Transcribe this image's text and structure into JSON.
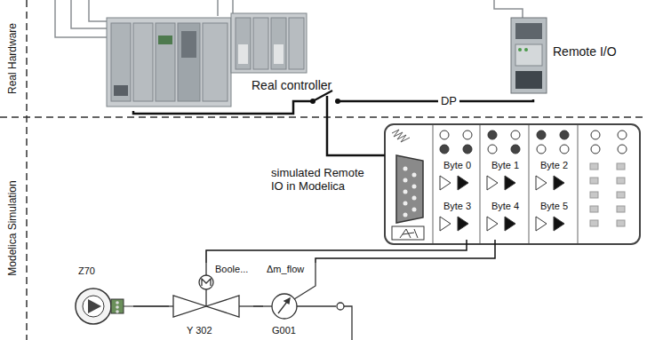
{
  "diagram": {
    "nodes": [
      {
        "text": [
          "Real Hardware"
        ]
      },
      {
        "text": [
          "Real controller"
        ],
        "in": 0
      },
      {
        "text": [
          "Remote I/O"
        ],
        "in": 0
      },
      {
        "text": [
          "Modelica Simulation"
        ]
      },
      {
        "text": [
          "simulated Remote IO in Modelica"
        ],
        "in": 3
      },
      {
        "text": [
          "Byte 0"
        ],
        "in": 4
      },
      {
        "text": [
          "Byte 1"
        ],
        "in": 4
      },
      {
        "text": [
          "Byte 2"
        ],
        "in": 4
      },
      {
        "text": [
          "Byte 3"
        ],
        "in": 4
      },
      {
        "text": [
          "Byte 4"
        ],
        "in": 4
      },
      {
        "text": [
          "Byte 5"
        ],
        "in": 4
      },
      {
        "text": [
          "Z70"
        ],
        "in": 3
      },
      {
        "text": [
          "Boole...",
          "Y 302"
        ],
        "in": 3
      },
      {
        "text": [
          "Δm_flow",
          "G001"
        ],
        "in": 3
      }
    ],
    "edges": [
      {
        "from": 1,
        "to": 2,
        "label": "DP",
        "arrow": "none"
      },
      {
        "from": 1,
        "to": 4,
        "arrow": "none"
      },
      {
        "from": 8,
        "to": 12,
        "arrow": "none"
      },
      {
        "from": 9,
        "to": 13,
        "arrow": "none"
      },
      {
        "from": 11,
        "to": 12,
        "arrow": "none"
      },
      {
        "from": 12,
        "to": 13,
        "arrow": "none"
      }
    ]
  }
}
